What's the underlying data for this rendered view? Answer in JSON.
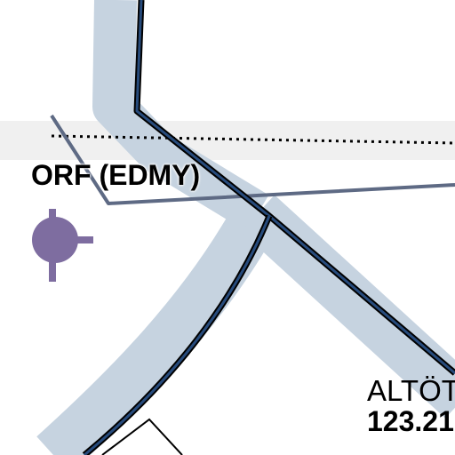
{
  "map": {
    "type": "aeronautical chart excerpt",
    "airport_label": "ORF (EDMY)",
    "airspace_label": "ALTÖT",
    "frequency_label": "123.21",
    "airport_symbol": "airport-icon",
    "colors": {
      "background": "#ffffff",
      "airspace_band": "#c6d3e0",
      "boundary_fill": "#274b7c",
      "boundary_outline": "#000000",
      "route_line": "#5e6a84",
      "airport_symbol": "#7e6da0",
      "dotted_boundary": "#000000",
      "grey_band": "#f0f0f0"
    }
  }
}
